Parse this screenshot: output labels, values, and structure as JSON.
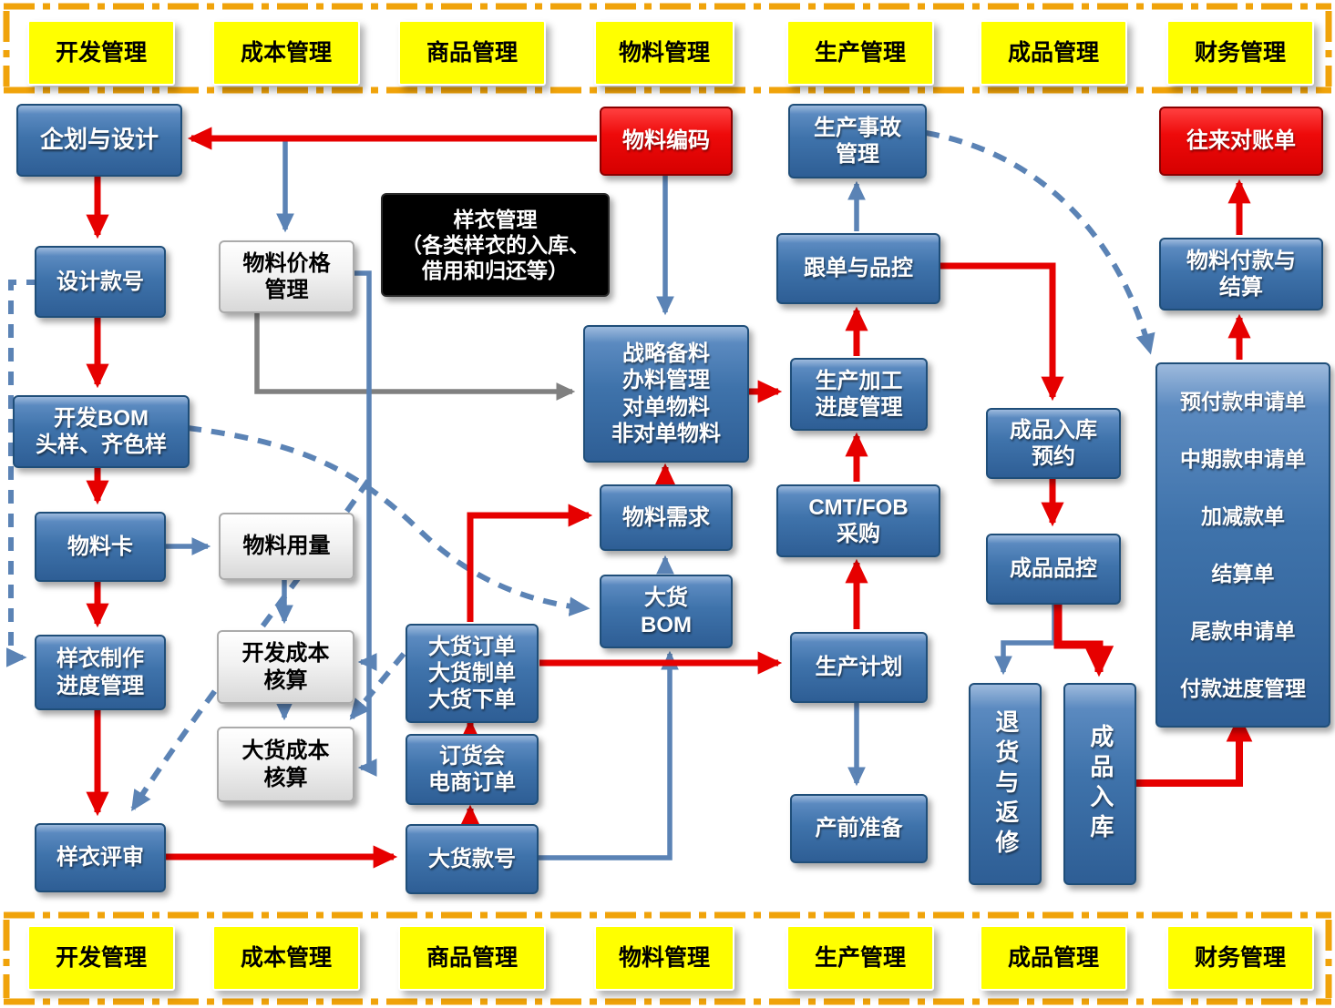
{
  "colors": {
    "node_blue": "#3a6ea5",
    "node_red": "#ee0000",
    "node_black": "#000000",
    "node_white": "#f2f2f2",
    "lane_yellow": "#ffff00",
    "arrow_red": "#e60000",
    "arrow_blue": "#5b83b5",
    "arrow_gray": "#808080",
    "frame_gold": "#f0a30a"
  },
  "lanes_top": [
    "开发管理",
    "成本管理",
    "商品管理",
    "物料管理",
    "生产管理",
    "成品管理",
    "财务管理"
  ],
  "lanes_bottom": [
    "开发管理",
    "成本管理",
    "商品管理",
    "物料管理",
    "生产管理",
    "成品管理",
    "财务管理"
  ],
  "nodes": {
    "planning_design": "企划与设计",
    "design_style_no": "设计款号",
    "dev_bom": "开发BOM\n头样、齐色样",
    "material_card": "物料卡",
    "sample_progress": "样衣制作\n进度管理",
    "sample_review": "样衣评审",
    "material_price": "物料价格\n管理",
    "material_usage": "物料用量",
    "dev_cost": "开发成本\n核算",
    "bulk_cost": "大货成本\n核算",
    "material_code": "物料编码",
    "sample_mgmt_note": "样衣管理\n（各类样衣的入库、\n借用和归还等）",
    "strategic_material": "战略备料\n办料管理\n对单物料\n非对单物料",
    "material_demand": "物料需求",
    "bulk_bom": "大货\nBOM",
    "bulk_order": "大货订单\n大货制单\n大货下单",
    "order_fair": "订货会\n电商订单",
    "bulk_style_no": "大货款号",
    "production_accident": "生产事故\n管理",
    "follow_up_qc": "跟单与品控",
    "production_progress": "生产加工\n进度管理",
    "cmt_fob": "CMT/FOB\n采购",
    "production_plan": "生产计划",
    "pre_production": "产前准备",
    "warehouse_booking": "成品入库\n预约",
    "finished_qc": "成品品控",
    "returns_repair": "退货与返修",
    "finished_warehouse": "成品入库",
    "reconciliation": "往来对账单",
    "material_payment": "物料付款与\n结算",
    "payment_center": {
      "items": [
        "预付款申请单",
        "中期款申请单",
        "加减款单",
        "结算单",
        "尾款申请单",
        "付款进度管理"
      ]
    }
  }
}
